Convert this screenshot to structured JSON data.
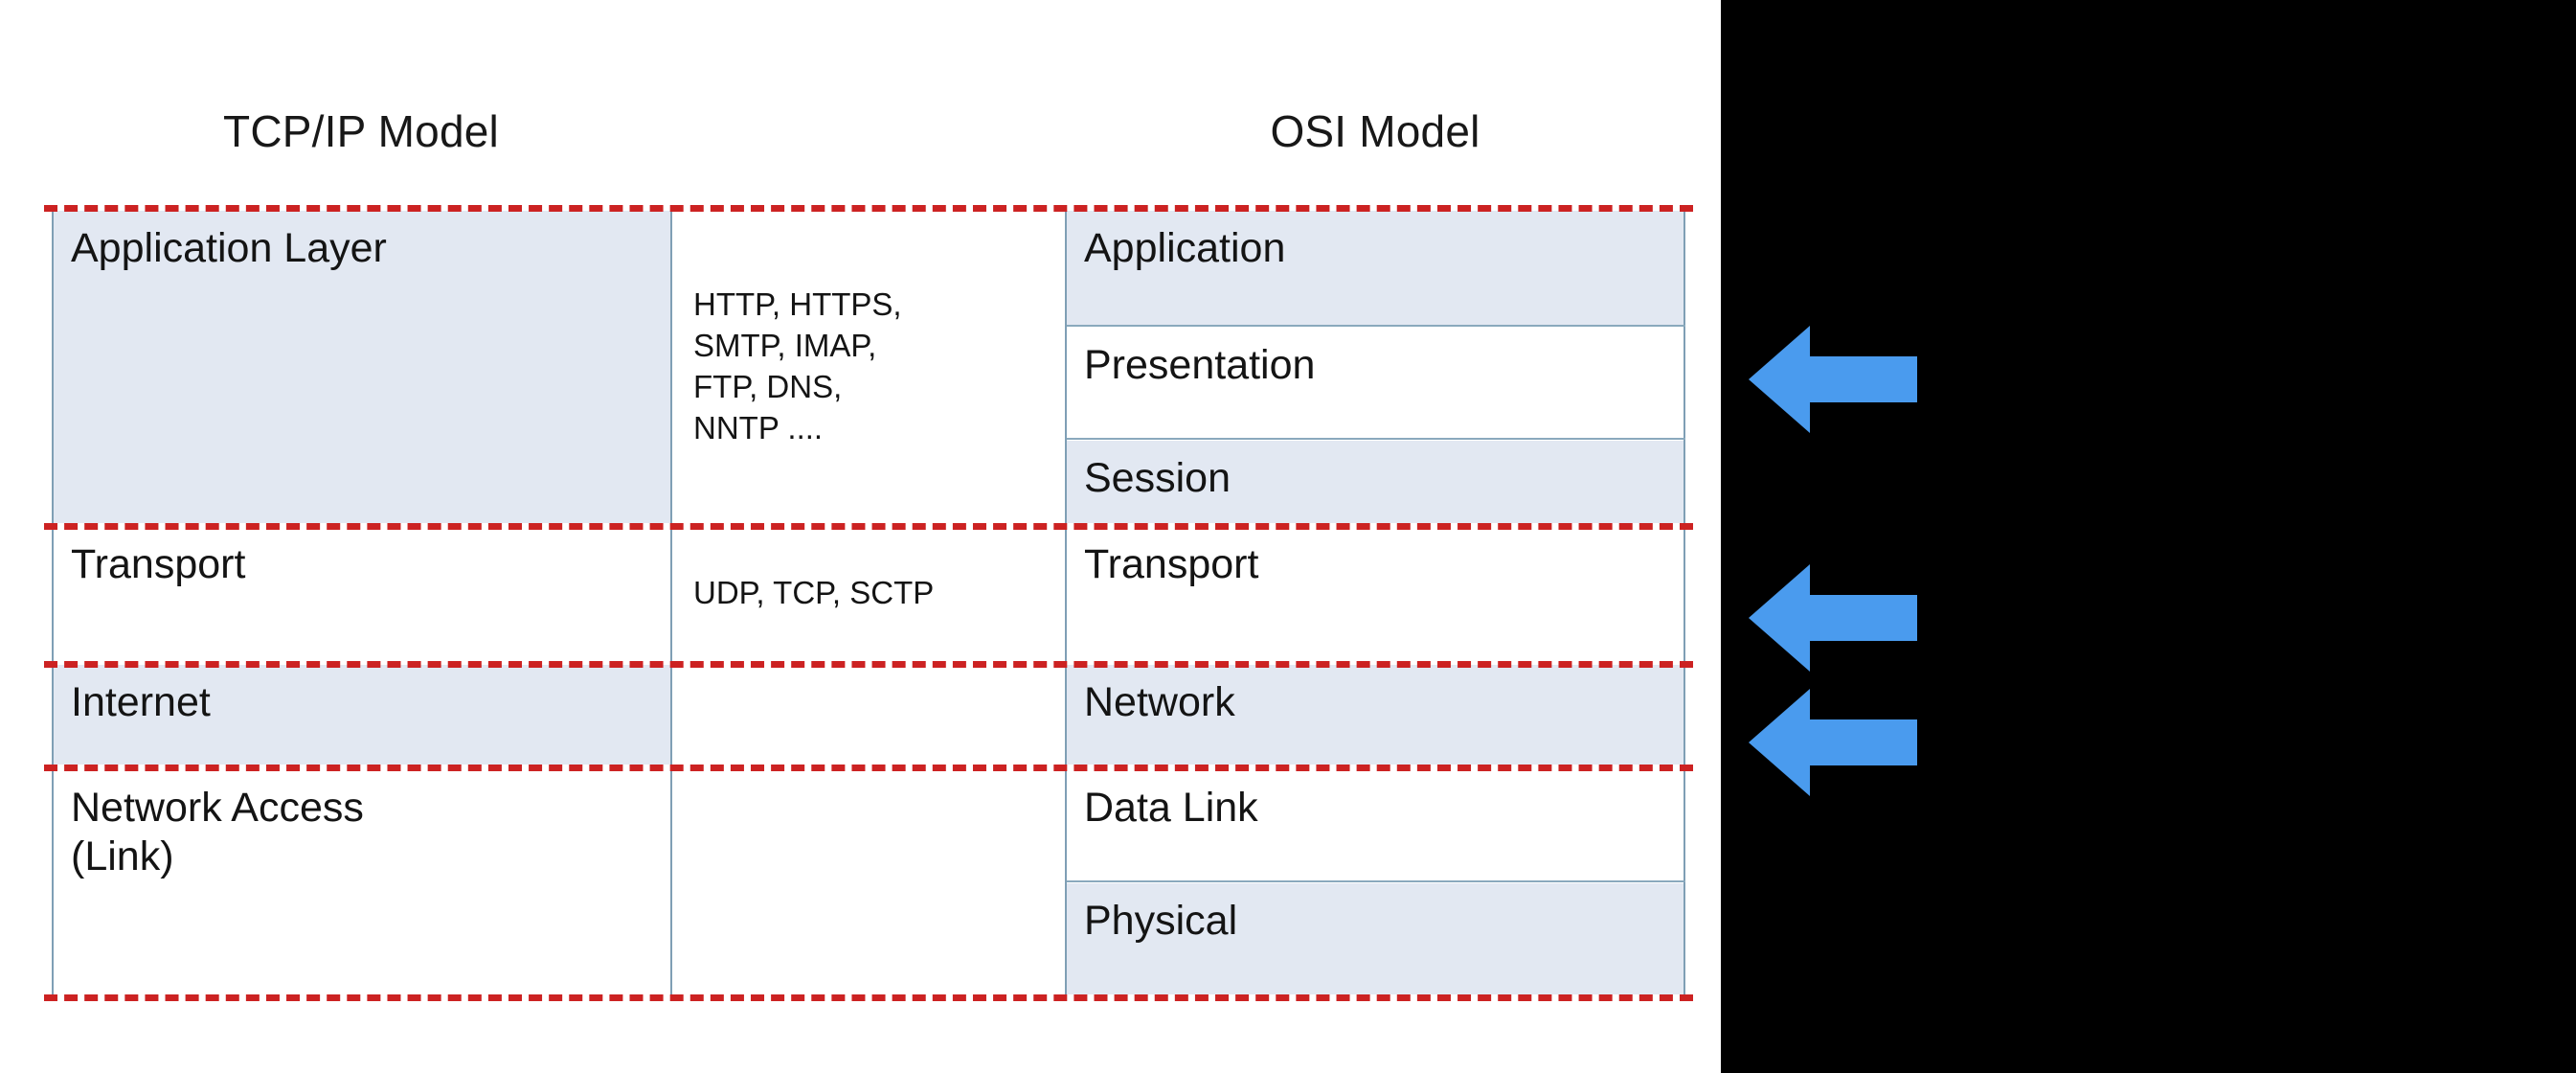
{
  "diagram": {
    "title_left": "TCP/IP Model",
    "title_right": "OSI Model",
    "colors": {
      "shaded_cell": "#e2e8f2",
      "plain_cell": "#ffffff",
      "grid_line": "#7f9fb5",
      "dashed_separator": "#cc2222",
      "arrow_blue": "#4a9bee",
      "panel_black": "#000000",
      "text": "#141414"
    }
  },
  "tcpip_layers": [
    {
      "label": "Application Layer",
      "shaded": true
    },
    {
      "label": "Transport",
      "shaded": false
    },
    {
      "label": "Internet",
      "shaded": true
    },
    {
      "label": "Network Access\n(Link)",
      "shaded": false
    }
  ],
  "protocols": [
    {
      "label": "HTTP, HTTPS,\nSMTP,  IMAP,\nFTP,  DNS,\nNNTP ....",
      "shaded": false
    },
    {
      "label": "UDP, TCP, SCTP",
      "shaded": false
    },
    {
      "label": "",
      "shaded": false
    },
    {
      "label": "",
      "shaded": false
    }
  ],
  "osi_layers": [
    {
      "label": "Application",
      "shaded": true
    },
    {
      "label": "Presentation",
      "shaded": false
    },
    {
      "label": "Session",
      "shaded": true
    },
    {
      "label": "Transport",
      "shaded": false
    },
    {
      "label": "Network",
      "shaded": true
    },
    {
      "label": "Data Link",
      "shaded": false
    },
    {
      "label": "Physical",
      "shaded": true
    }
  ],
  "arrows": [
    {
      "name": "arrow-presentation",
      "direction": "left"
    },
    {
      "name": "arrow-transport",
      "direction": "left"
    },
    {
      "name": "arrow-network",
      "direction": "left"
    }
  ]
}
